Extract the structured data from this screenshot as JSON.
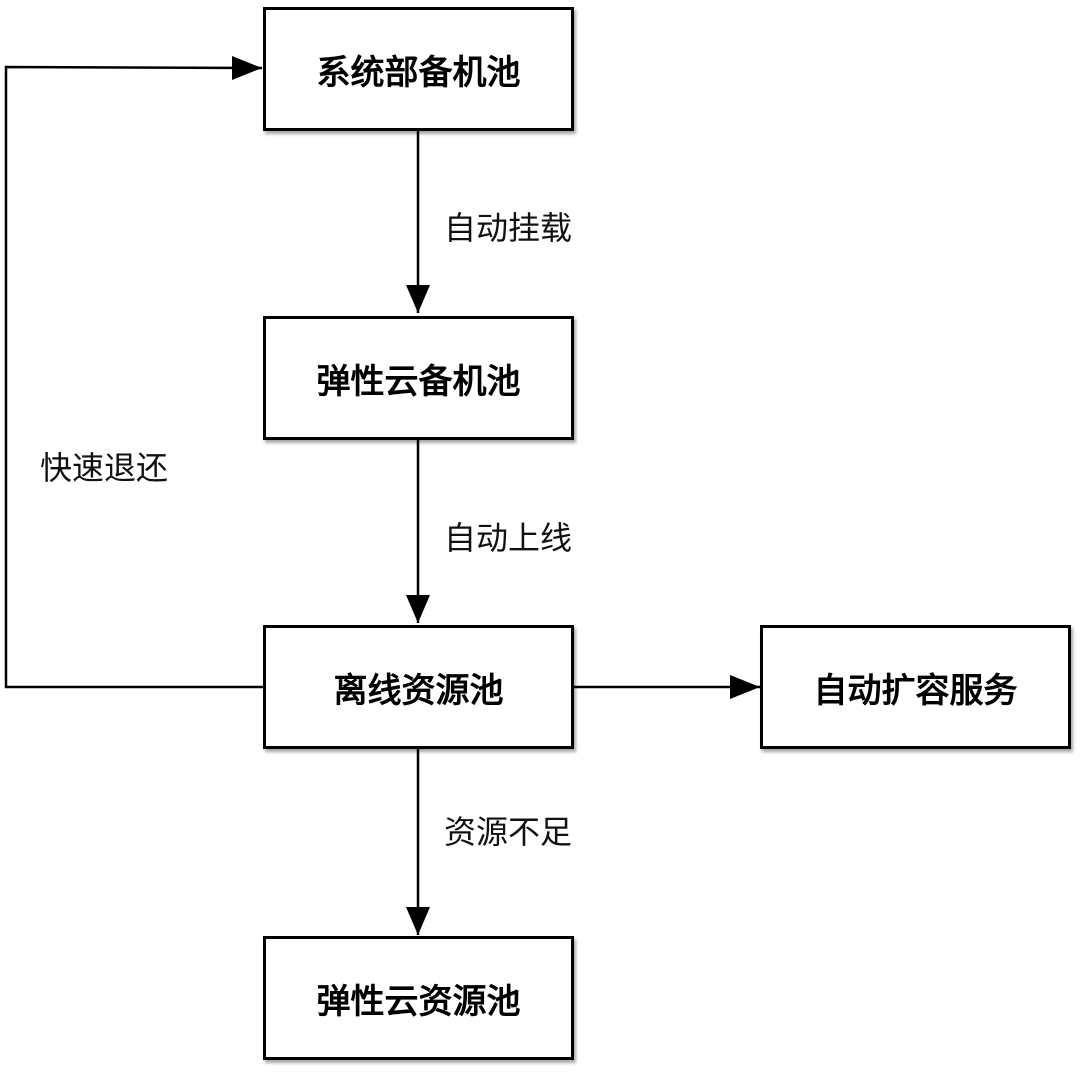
{
  "nodes": {
    "system_spare_pool": "系统部备机池",
    "elastic_cloud_spare_pool": "弹性云备机池",
    "offline_resource_pool": "离线资源池",
    "auto_scaling_service": "自动扩容服务",
    "elastic_cloud_resource_pool": "弹性云资源池"
  },
  "edges": {
    "auto_mount": "自动挂载",
    "auto_online": "自动上线",
    "insufficient_resources": "资源不足",
    "fast_return": "快速退还"
  }
}
